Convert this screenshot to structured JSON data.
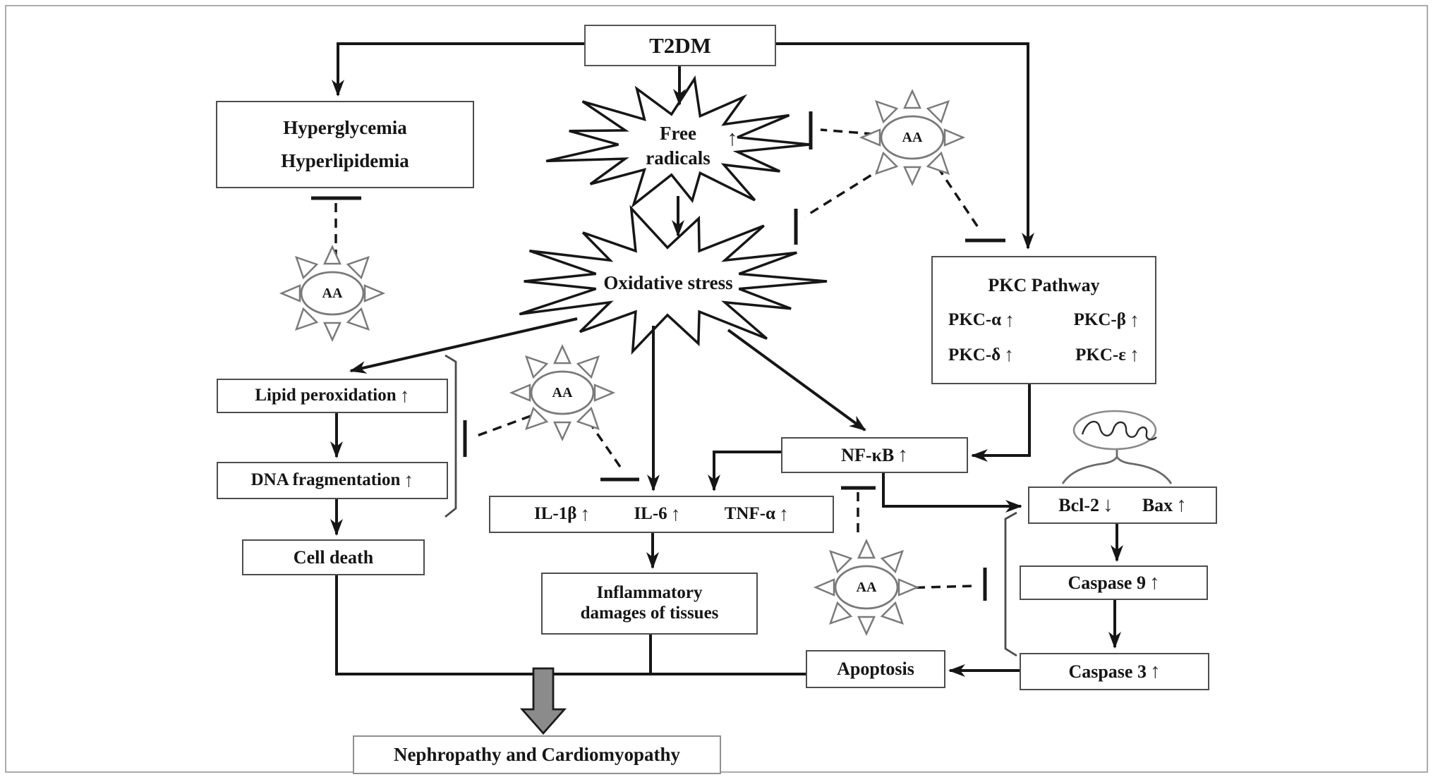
{
  "colors": {
    "line": "#161616",
    "box_border": "#4d4d4d",
    "sun_stroke": "#7a7a7a",
    "block_arrow_fill": "#8b8b8b",
    "frame": "#ababab"
  },
  "glyphs": {
    "up": "↑",
    "down": "↓"
  },
  "suns": {
    "label": "AA"
  },
  "nodes": {
    "t2dm": "T2DM",
    "hyper": {
      "line1": "Hyperglycemia",
      "line2": "Hyperlipidemia"
    },
    "free_radicals": {
      "line1": "Free",
      "line2": "radicals"
    },
    "oxidative": "Oxidative stress",
    "pkc": {
      "title": "PKC Pathway",
      "items": [
        "PKC-α",
        "PKC-β",
        "PKC-δ",
        "PKC-ε"
      ]
    },
    "lipid": "Lipid peroxidation",
    "dna": "DNA fragmentation",
    "cell_death": "Cell death",
    "il": {
      "items": [
        "IL-1β",
        "IL-6",
        "TNF-α"
      ]
    },
    "nfkb": "NF-κB",
    "inflammatory": {
      "line1": "Inflammatory",
      "line2": "damages of tissues"
    },
    "bcl2": "Bcl-2",
    "bax": "Bax",
    "caspase9": "Caspase 9",
    "caspase3": "Caspase 3",
    "apoptosis": "Apoptosis",
    "nephropathy": "Nephropathy and Cardiomyopathy"
  }
}
